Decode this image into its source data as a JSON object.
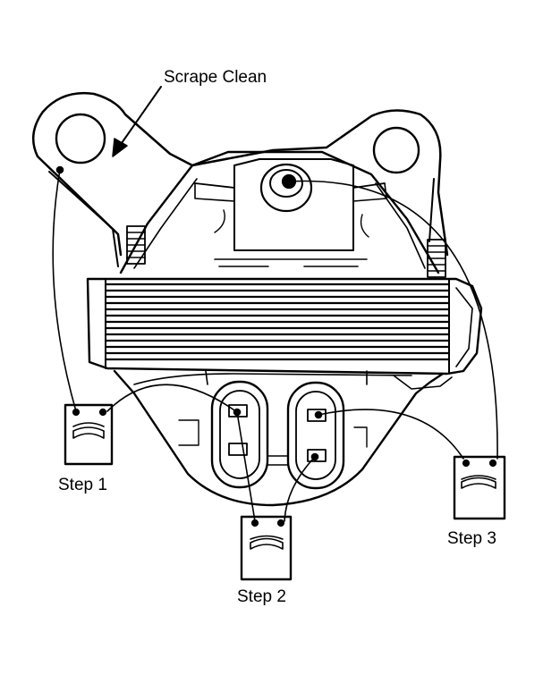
{
  "labels": {
    "scrape_clean": "Scrape Clean",
    "step1": "Step 1",
    "step2": "Step 2",
    "step3": "Step 3"
  },
  "colors": {
    "ink": "#000000",
    "paper": "#ffffff"
  },
  "icons": {
    "meter": "ohmmeter-icon",
    "coil": "ignition-coil",
    "arrow": "pointer-arrow"
  }
}
